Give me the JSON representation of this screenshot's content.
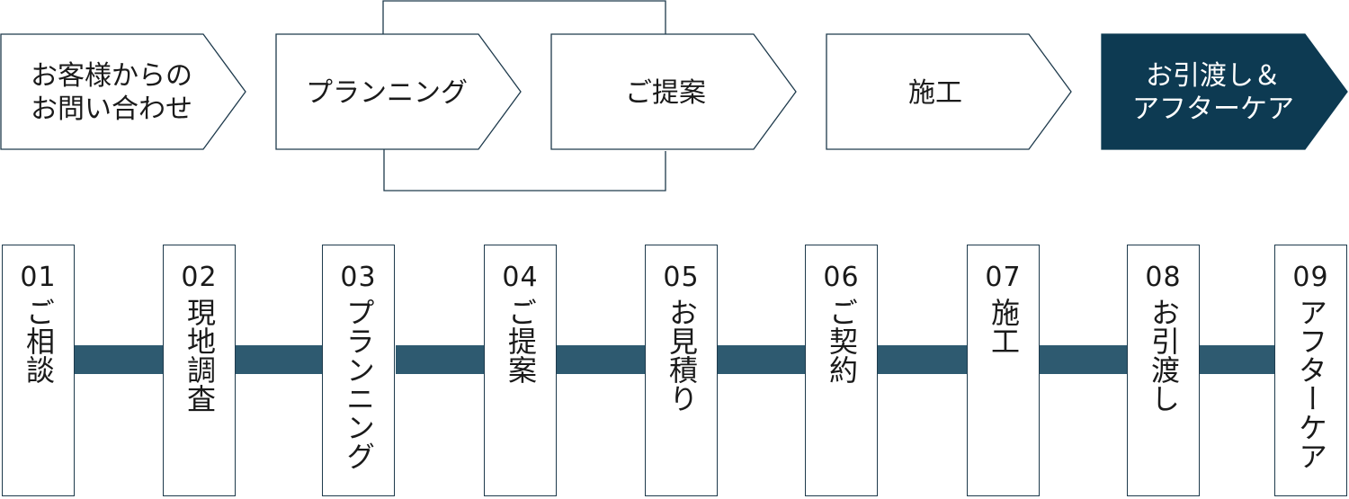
{
  "overview": {
    "stages": [
      {
        "lines": [
          "お客様からの",
          "お問い合わせ"
        ],
        "highlight": false
      },
      {
        "lines": [
          "プランニング"
        ],
        "highlight": false
      },
      {
        "lines": [
          "ご提案"
        ],
        "highlight": false
      },
      {
        "lines": [
          "施工"
        ],
        "highlight": false
      },
      {
        "lines": [
          "お引渡し＆",
          "アフターケア"
        ],
        "highlight": true
      }
    ]
  },
  "steps": [
    {
      "num": "01",
      "label": "ご相談"
    },
    {
      "num": "02",
      "label": "現地調査"
    },
    {
      "num": "03",
      "label": "プランニング"
    },
    {
      "num": "04",
      "label": "ご提案"
    },
    {
      "num": "05",
      "label": "お見積り"
    },
    {
      "num": "06",
      "label": "ご契約"
    },
    {
      "num": "07",
      "label": "施工"
    },
    {
      "num": "08",
      "label": "お引渡し"
    },
    {
      "num": "09",
      "label": "アフターケア"
    }
  ],
  "colors": {
    "stroke": "#1e3a4c",
    "highlight_fill": "#0d3a52",
    "connector": "#2e5a70",
    "arrow": "#1e3a4c"
  }
}
